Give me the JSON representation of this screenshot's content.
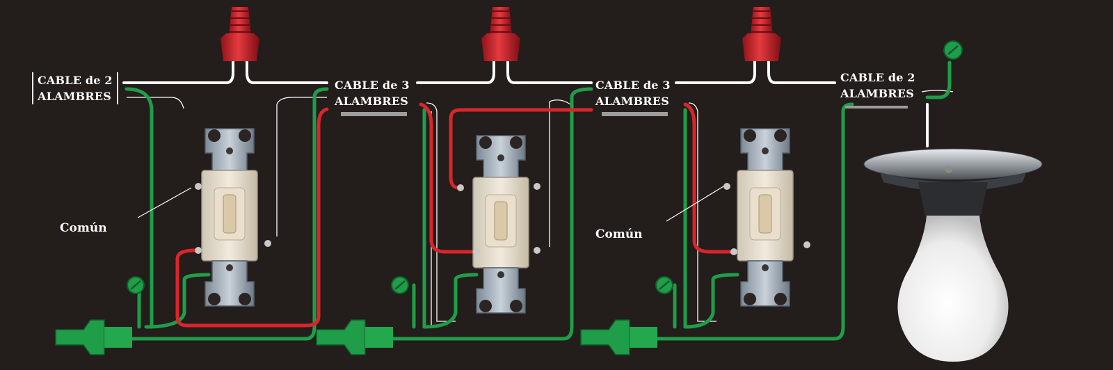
{
  "diagram": {
    "background_color": "#231d1c",
    "wire_colors": {
      "hot": "#d8262b",
      "ground": "#1f9d48",
      "neutral": "#ffffff",
      "connector": "#c8202a"
    },
    "cables": [
      {
        "line1": "CABLE de 2",
        "line2": "ALAMBRES"
      },
      {
        "line1": "CABLE de 3",
        "line2": "ALAMBRES"
      },
      {
        "line1": "CABLE de 3",
        "line2": "ALAMBRES"
      },
      {
        "line1": "CABLE de 2",
        "line2": "ALAMBRES"
      }
    ],
    "common_labels": [
      "Común",
      "Común"
    ],
    "icons": [
      "wire-nut-icon",
      "toggle-switch-icon",
      "ground-screw-icon",
      "cable-clamp-icon",
      "light-bulb-icon",
      "lamp-holder-icon"
    ]
  }
}
